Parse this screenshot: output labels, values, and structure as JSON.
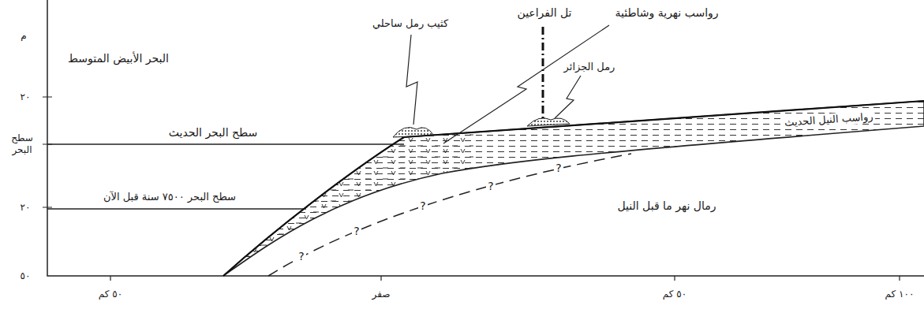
{
  "diagram": {
    "labels": [
      "البحر الأبيض المتوسط",
      "كثيب رمل ساحلي",
      "تل الفراعين",
      "رواسب نهرية وشاطئية",
      "رمل الجزائر",
      "سطح البحر الحديث",
      "رواسب النيل الحديث",
      "سطح البحر ٧٥٠٠ سنة قبل الآن",
      "رمال نهر ما قبل النيل",
      "?",
      "?",
      "?",
      "?",
      "?",
      "م",
      "٢٠",
      "سطح البحر",
      "٢٠",
      "٥٠",
      "٥٠ كم",
      "صفر",
      "٥٠ كم",
      "١٠٠ كم"
    ]
  }
}
